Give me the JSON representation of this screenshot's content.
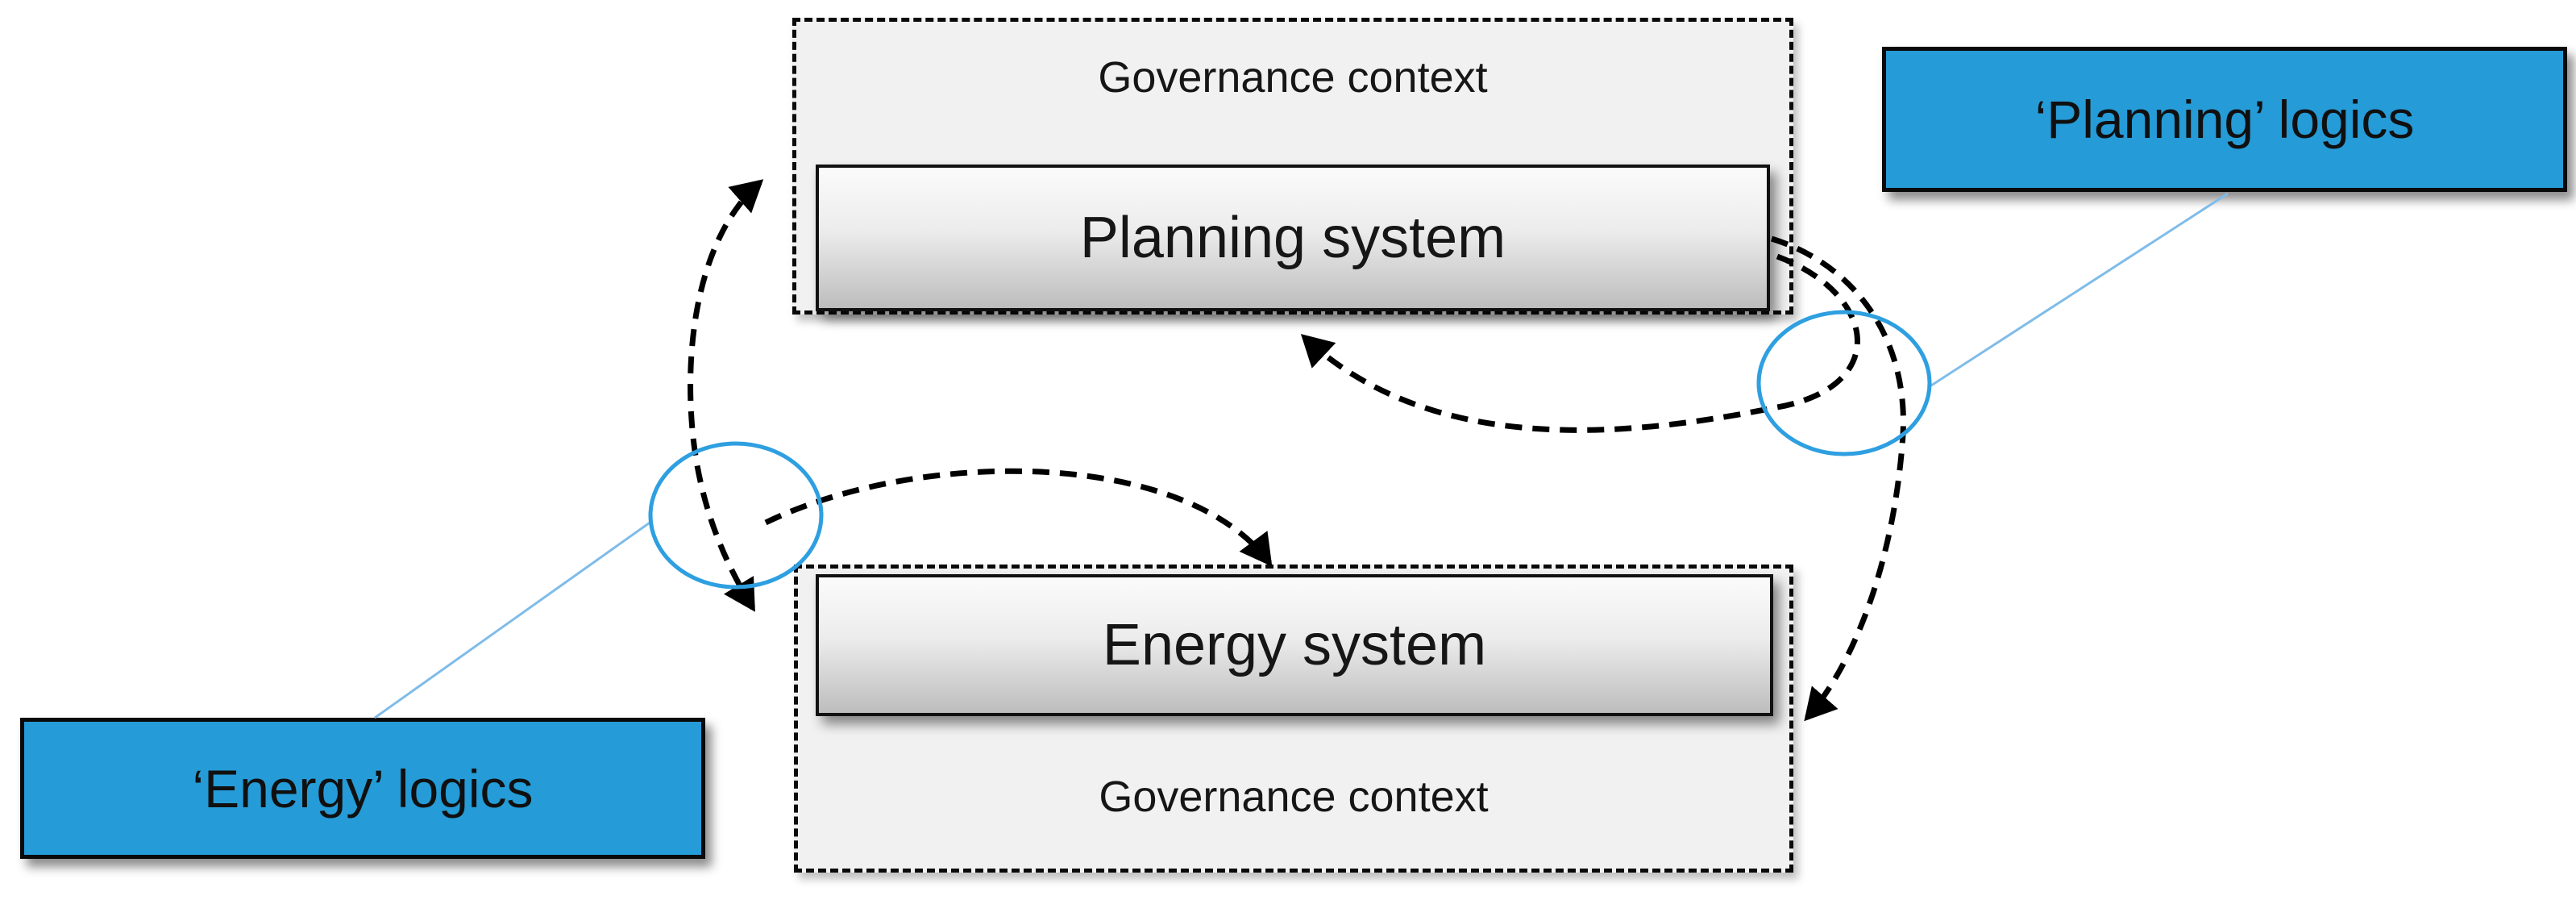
{
  "contexts": {
    "top": {
      "label": "Governance context"
    },
    "bottom": {
      "label": "Governance context"
    }
  },
  "systems": {
    "planning": {
      "label": "Planning system"
    },
    "energy": {
      "label": "Energy system"
    }
  },
  "callouts": {
    "planning": {
      "label": "‘Planning’ logics"
    },
    "energy": {
      "label": "‘Energy’ logics"
    }
  },
  "relations": {
    "left_vertical_arrow": "bidirectional dashed arrow between energy system area and planning governance context",
    "left_circle_to_energy_top": "dashed arrow into top edge of energy system",
    "right_circle_to_planning_bottom": "dashed arrow into bottom edge of planning system",
    "planning_right_to_energy_right": "dashed arrow from planning system right side down to energy system right side"
  },
  "colors": {
    "callout_fill": "#259BD7",
    "circle_stroke": "#2E9FE0",
    "connector_line": "#7FBCE9",
    "context_fill": "#F1F1F1",
    "arrow": "#000000",
    "system_box_gradient_top": "#FBFBFB",
    "system_box_gradient_bottom": "#BDBDBD"
  }
}
